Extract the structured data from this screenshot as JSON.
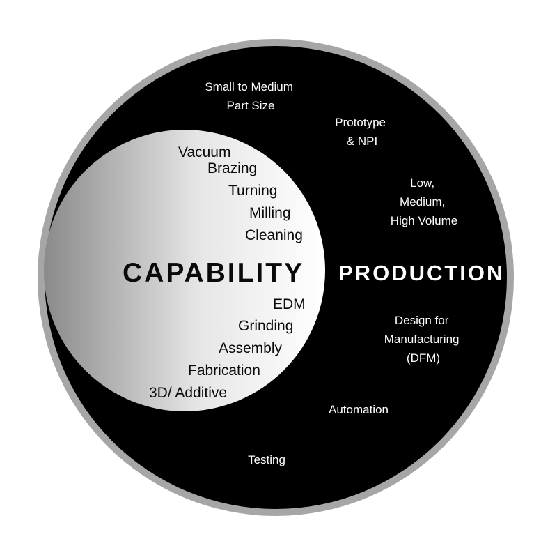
{
  "capability": {
    "title": "CAPABILITY",
    "items": [
      "Vacuum",
      "Brazing",
      "Turning",
      "Milling",
      "Cleaning",
      "EDM",
      "Grinding",
      "Assembly",
      "Fabrication",
      "3D/ Additive"
    ]
  },
  "production": {
    "title": "PRODUCTION",
    "items": [
      [
        "Small to Medium",
        "Part Size"
      ],
      [
        "Prototype",
        "& NPI"
      ],
      [
        "Low,",
        "Medium,",
        "High Volume"
      ],
      [
        "Design for",
        "Manufacturing",
        "(DFM)"
      ],
      [
        "Automation"
      ],
      [
        "Testing"
      ]
    ]
  },
  "colors": {
    "outer_ring": "#a6a6a6",
    "production_fill": "#000000",
    "capability_gradient_light": "#ffffff",
    "capability_gradient_dark": "#8a8a8a"
  }
}
